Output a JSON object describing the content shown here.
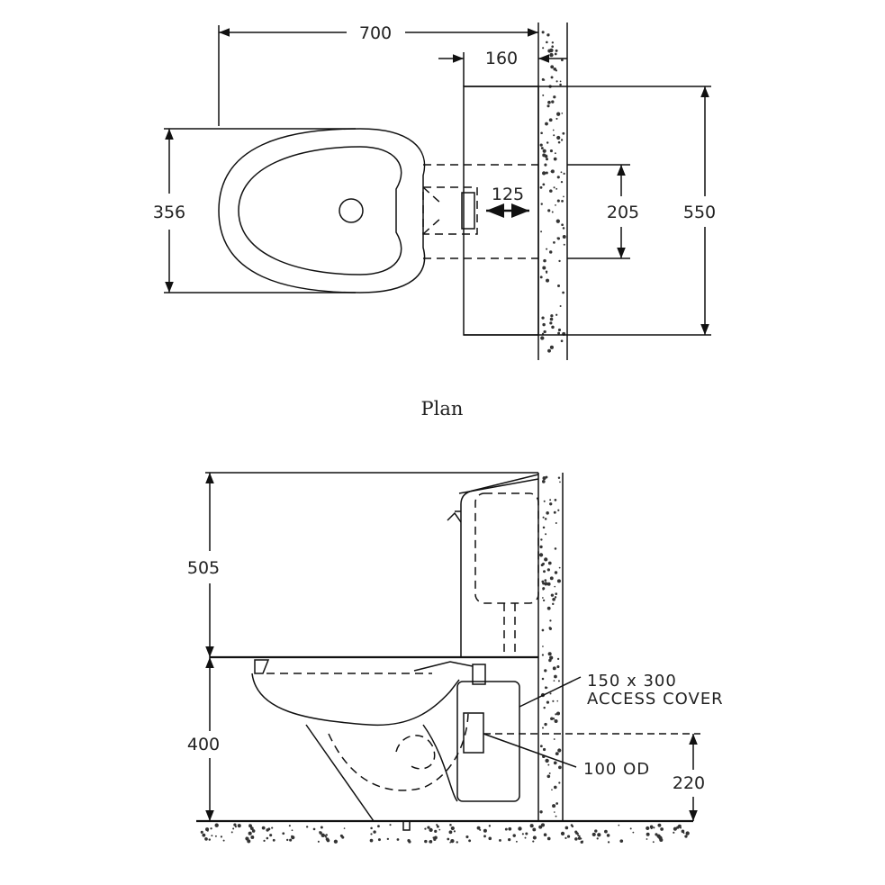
{
  "plan": {
    "title": "Plan",
    "dims": {
      "overall_length": "700",
      "cistern_to_wall": "160",
      "bowl_width": "356",
      "outlet_adjust": "125",
      "outlet_width": "205",
      "cistern_width": "550"
    }
  },
  "elevation": {
    "dims": {
      "cistern_height": "505",
      "rim_height": "400",
      "outlet_height": "220"
    },
    "labels": {
      "access_cover_size": "150 x 300",
      "access_cover": "ACCESS COVER",
      "outlet_od": "100 OD"
    }
  }
}
